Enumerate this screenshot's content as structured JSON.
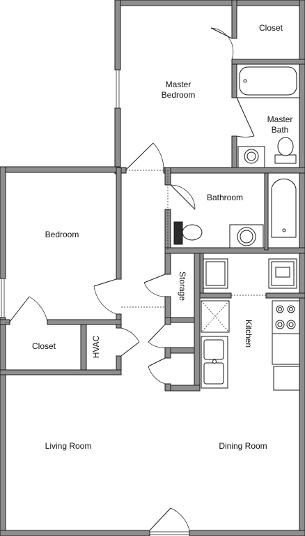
{
  "rooms": {
    "closet_top": "Closet",
    "master_bedroom_1": "Master",
    "master_bedroom_2": "Bedroom",
    "master_bath_1": "Master",
    "master_bath_2": "Bath",
    "bathroom": "Bathroom",
    "bedroom": "Bedroom",
    "storage": "Storage",
    "kitchen": "Kitchen",
    "closet_left": "Closet",
    "hvac": "HVAC",
    "living_room": "Living Room",
    "dining_room": "Dining Room"
  }
}
